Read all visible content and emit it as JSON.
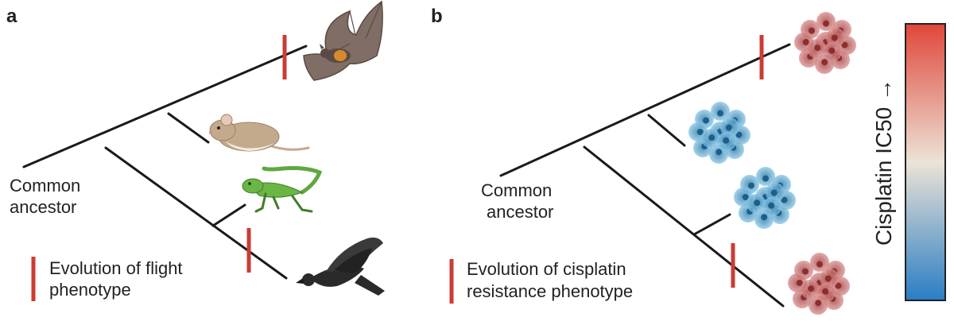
{
  "panel_a": {
    "letter": "a",
    "root_label_line1": "Common",
    "root_label_line2": "ancestor",
    "legend_line1": "Evolution of flight",
    "legend_line2": "phenotype",
    "taxa": [
      "bat-icon",
      "mouse-icon",
      "lizard-icon",
      "bird-icon"
    ]
  },
  "panel_b": {
    "letter": "b",
    "root_label_line1": "Common",
    "root_label_line2": "ancestor",
    "legend_line1": "Evolution of cisplatin",
    "legend_line2": "resistance phenotype",
    "colorbar_label": "Cisplatin IC50 →",
    "cell_clusters": [
      {
        "name": "top",
        "level": "high"
      },
      {
        "name": "upper-middle",
        "level": "low"
      },
      {
        "name": "lower-middle",
        "level": "low"
      },
      {
        "name": "bottom",
        "level": "high"
      }
    ]
  },
  "colors": {
    "marker": "#cc3b35",
    "resistant": "#b54a4a",
    "sensitive": "#3a86b8",
    "colorbar_top": "#e0473a",
    "colorbar_mid": "#ece3d6",
    "colorbar_bottom": "#2a7dc4"
  }
}
